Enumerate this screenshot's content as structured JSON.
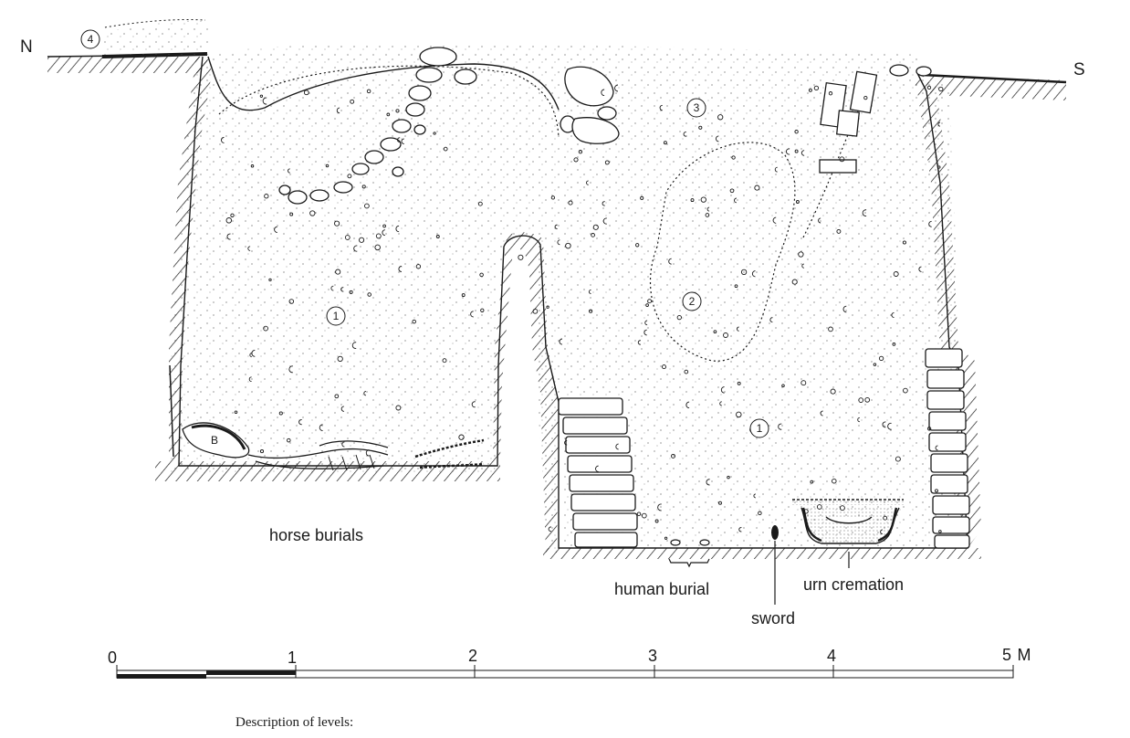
{
  "orientation": {
    "north": "N",
    "south": "S"
  },
  "layers": [
    {
      "id": "layer-1a",
      "label": "1"
    },
    {
      "id": "layer-1b",
      "label": "1"
    },
    {
      "id": "layer-2",
      "label": "2"
    },
    {
      "id": "layer-3",
      "label": "3"
    },
    {
      "id": "layer-4",
      "label": "4"
    }
  ],
  "annotations": {
    "horse_burials": "horse burials",
    "human_burial": "human burial",
    "urn_cremation": "urn cremation",
    "sword": "sword",
    "skull_mark": "B"
  },
  "scale_bar": {
    "ticks": [
      "0",
      "1",
      "2",
      "3",
      "4",
      "5"
    ],
    "unit": "M"
  },
  "caption": "Description of levels:",
  "colors": {
    "ink": "#1a1a1a",
    "background": "#ffffff"
  }
}
